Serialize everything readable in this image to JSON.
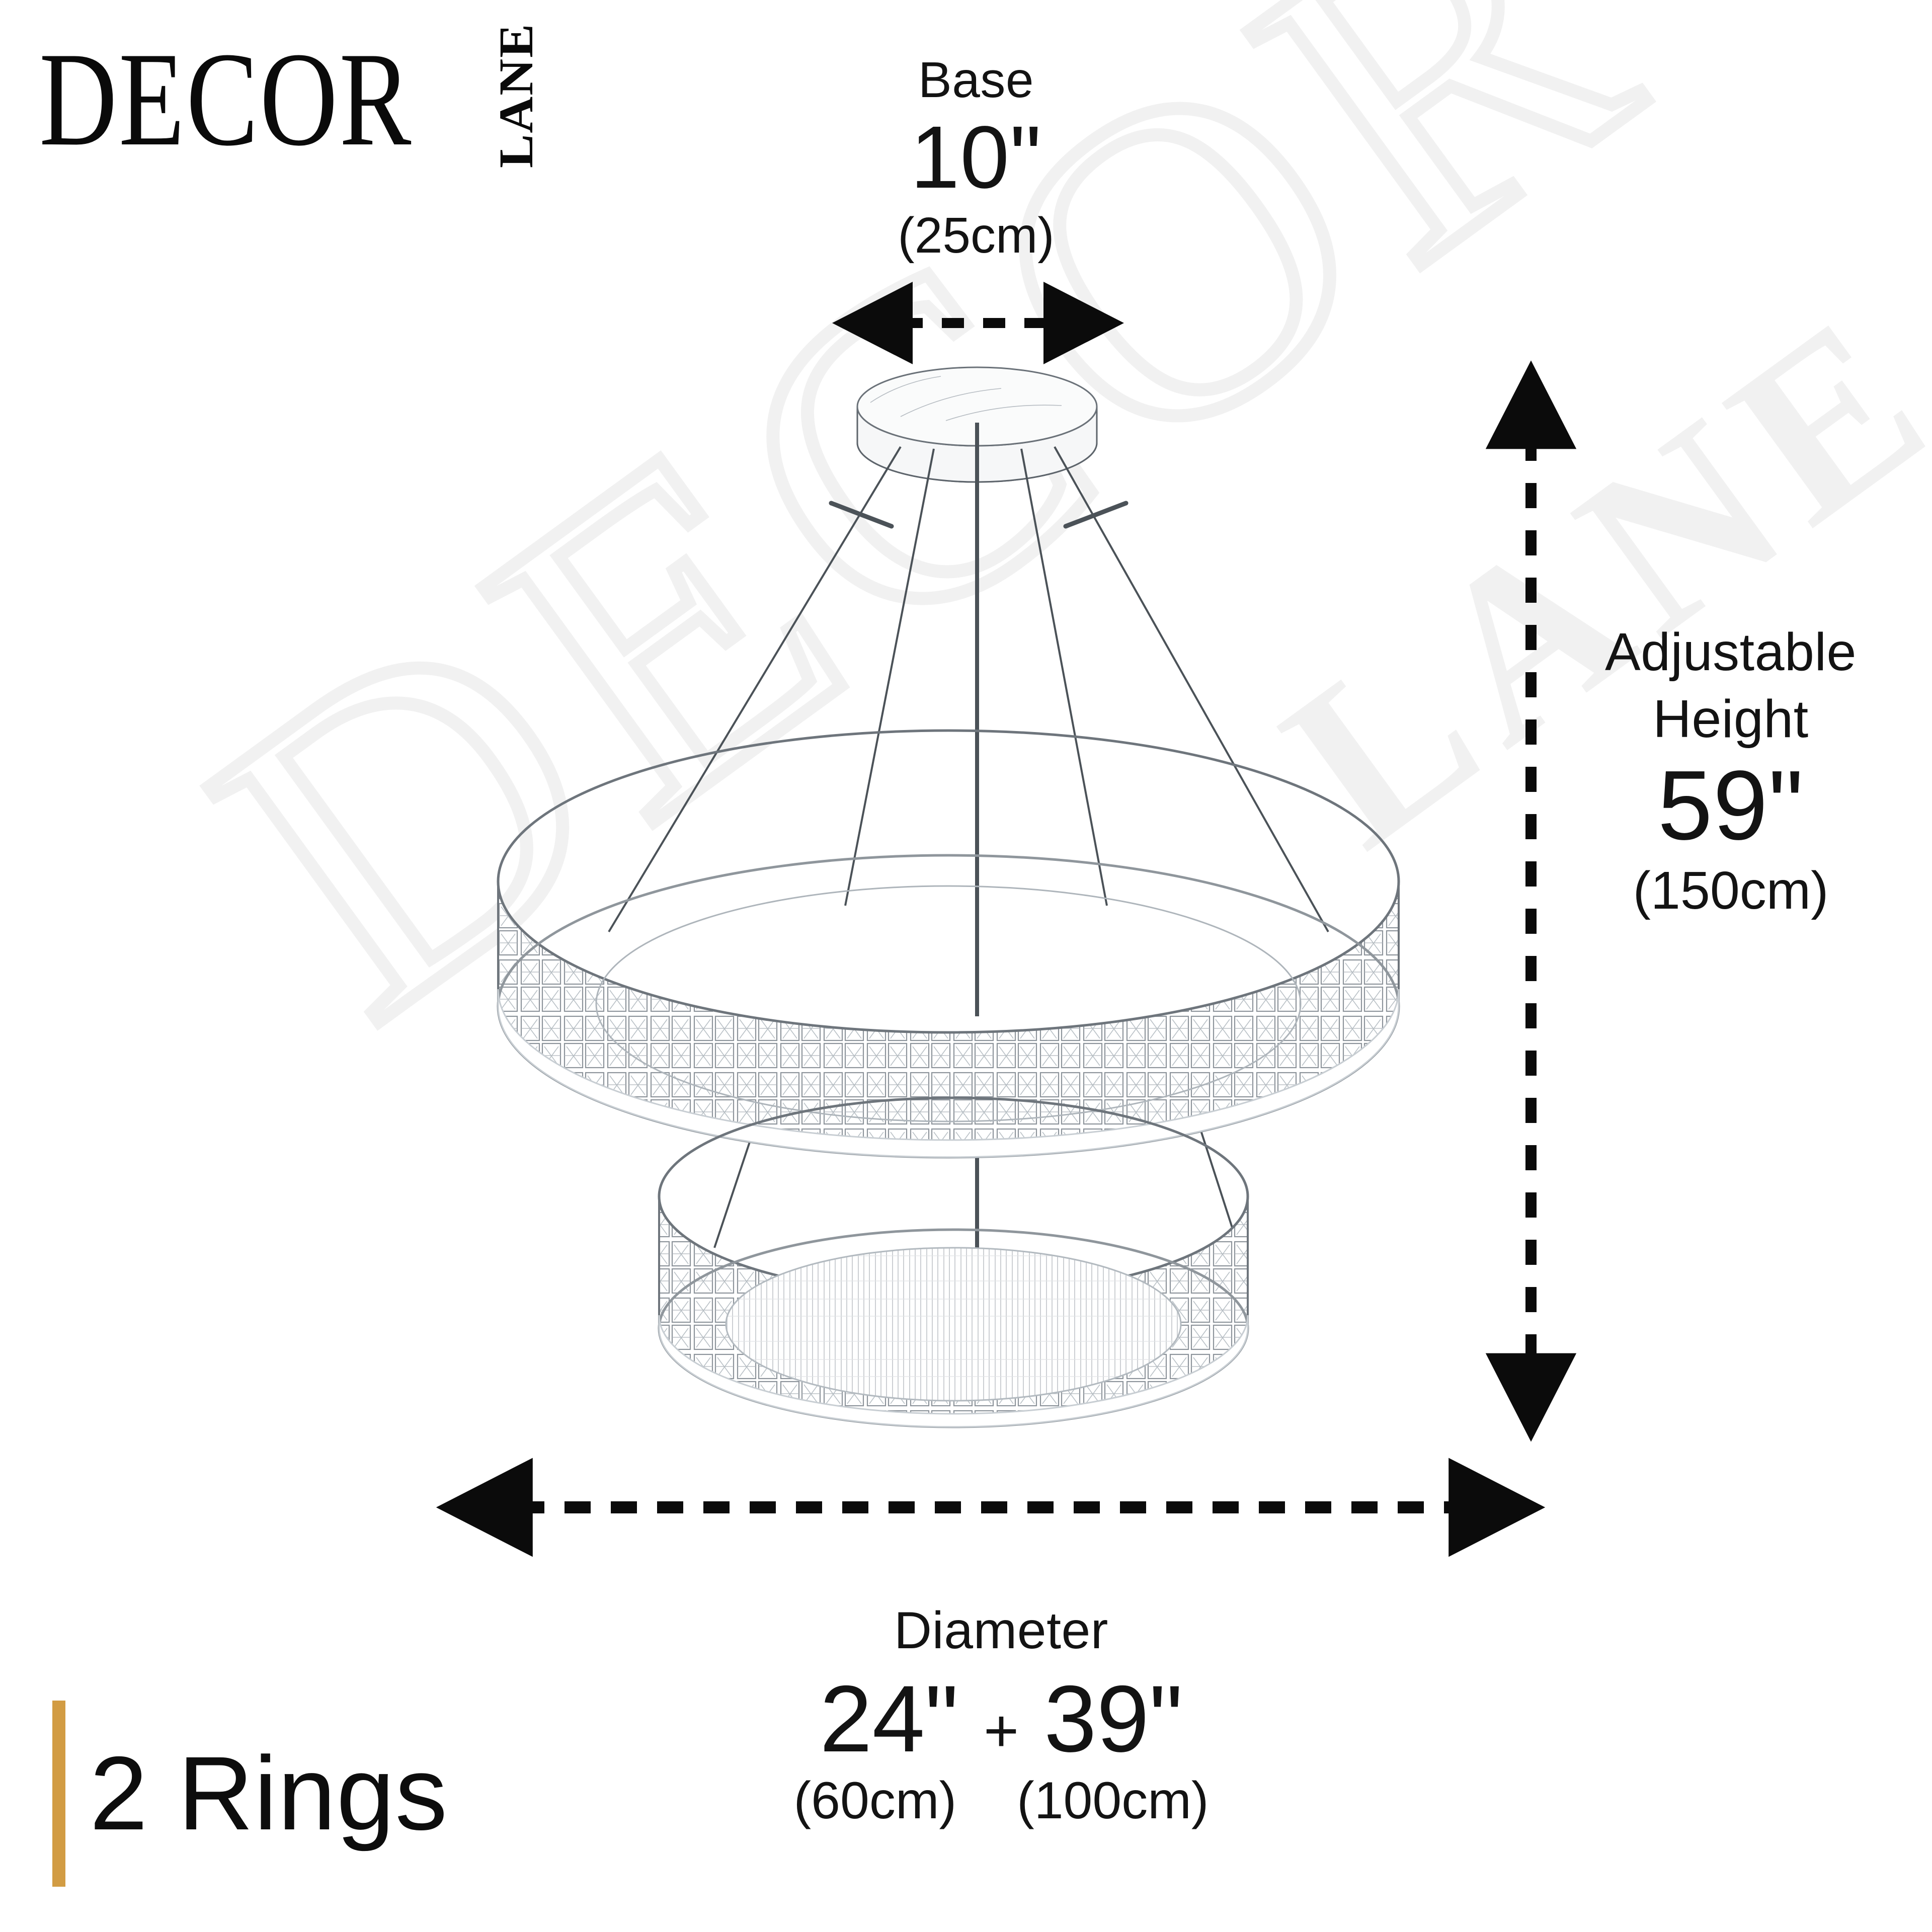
{
  "brand": {
    "name_main": "DECOR",
    "name_sub": "LANE",
    "watermark_main": "DECOR",
    "watermark_sub": "LANE"
  },
  "product": {
    "type": "2-tier crystal ring LED chandelier",
    "ring_count_label": "2 Rings"
  },
  "dimensions": {
    "base": {
      "label": "Base",
      "imperial": "10\"",
      "metric": "(25cm)"
    },
    "height": {
      "label_line1": "Adjustable",
      "label_line2": "Height",
      "imperial": "59\"",
      "metric": "(150cm)"
    },
    "diameter": {
      "label": "Diameter",
      "ring_small_imperial": "24\"",
      "ring_small_metric": "(60cm)",
      "separator": "+",
      "ring_large_imperial": "39\"",
      "ring_large_metric": "(100cm)"
    }
  },
  "colors": {
    "accent_gold": "#d29c43",
    "text": "#131313",
    "watermark": "#f1f1f1",
    "background": "#ffffff",
    "line": "#2b2b2b"
  },
  "icons": {
    "base_arrow": "double-headed-horizontal-dashed-arrow",
    "height_arrow": "double-headed-vertical-dashed-arrow",
    "diameter_arrow": "double-headed-horizontal-dashed-arrow"
  }
}
